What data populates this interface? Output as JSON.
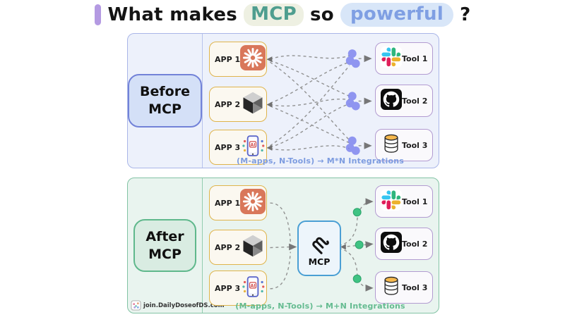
{
  "title": {
    "lead": "What makes",
    "mcp": "MCP",
    "mid": "so",
    "powerful": "powerful",
    "tail": "?"
  },
  "before": {
    "label": {
      "line1": "Before",
      "line2": "MCP"
    },
    "apps": [
      {
        "name": "APP 1",
        "icon": "claude-spark-icon"
      },
      {
        "name": "APP 2",
        "icon": "cube-icon"
      },
      {
        "name": "APP 3",
        "icon": "ai-phone-icon"
      }
    ],
    "tools": [
      {
        "name": "Tool 1",
        "icon": "slack-icon"
      },
      {
        "name": "Tool 2",
        "icon": "github-icon"
      },
      {
        "name": "Tool 3",
        "icon": "database-icon"
      }
    ],
    "caption": "(M-apps, N-Tools) → M*N Integrations"
  },
  "after": {
    "label": {
      "line1": "After",
      "line2": "MCP"
    },
    "apps": [
      {
        "name": "APP 1",
        "icon": "claude-spark-icon"
      },
      {
        "name": "APP 2",
        "icon": "cube-icon"
      },
      {
        "name": "APP 3",
        "icon": "ai-phone-icon"
      }
    ],
    "tools": [
      {
        "name": "Tool 1",
        "icon": "slack-icon"
      },
      {
        "name": "Tool 2",
        "icon": "github-icon"
      },
      {
        "name": "Tool 3",
        "icon": "database-icon"
      }
    ],
    "mcp_box_label": "MCP",
    "caption": "(M-apps, N-Tools) → M+N Integrations"
  },
  "watermark": {
    "text": "join.DailyDoseofDS.com"
  },
  "colors": {
    "title_mcp_teal": "#4f9e8f",
    "title_powerful_blue": "#7f9fe3",
    "title_bar_purple": "#b49ae2",
    "before_panel_border": "#a9b6e8",
    "before_panel_bg": "#edf1fb",
    "after_panel_border": "#82c3a4",
    "after_panel_bg": "#e9f4ef",
    "app_box_border": "#dfb44b",
    "tool_box_border": "#b29bd1",
    "mcp_box_border": "#4a9fd4",
    "connector_dot_purple": "#7b82ee",
    "connector_dot_green": "#3fc383"
  }
}
